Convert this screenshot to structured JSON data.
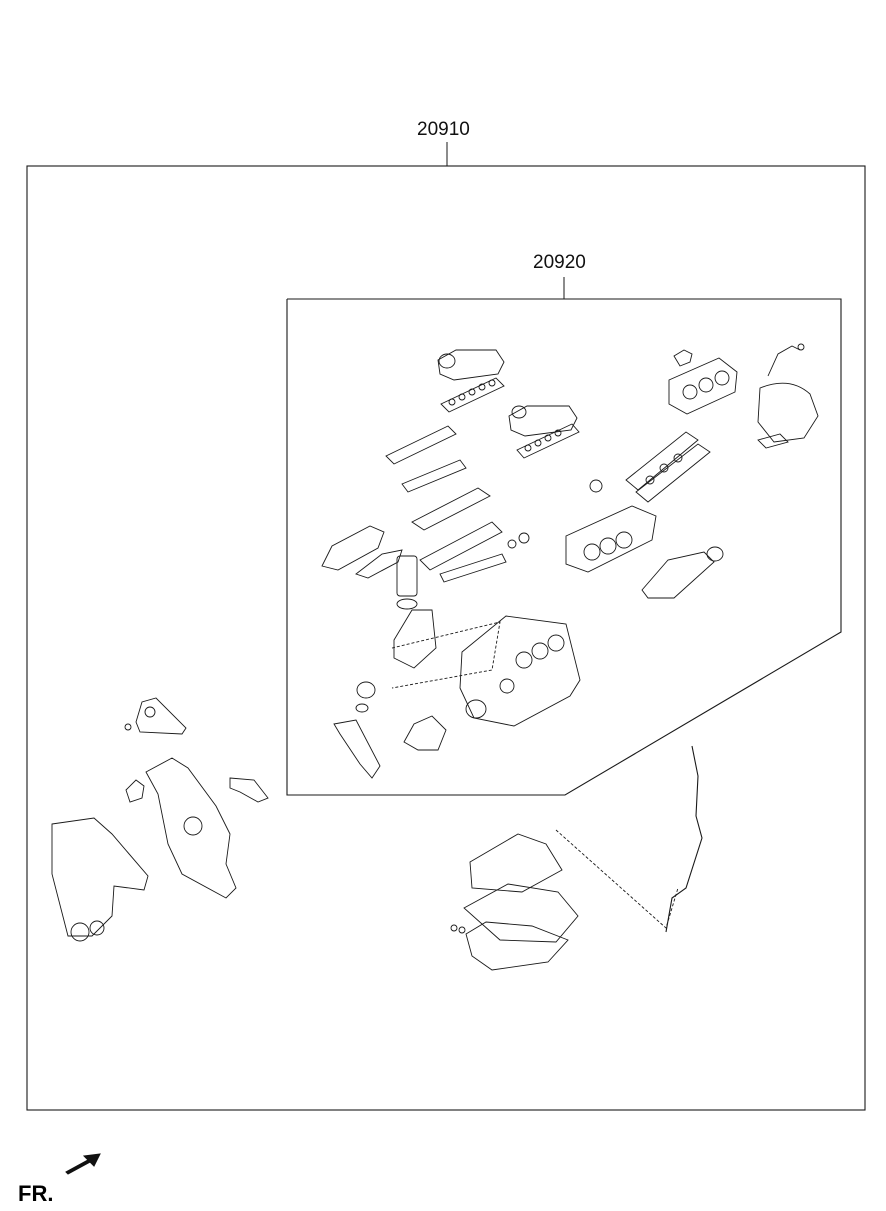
{
  "callouts": {
    "outer": "20910",
    "inner": "20920"
  },
  "direction": {
    "label": "FR."
  },
  "colors": {
    "line": "#1a1a1a",
    "background": "#ffffff"
  }
}
